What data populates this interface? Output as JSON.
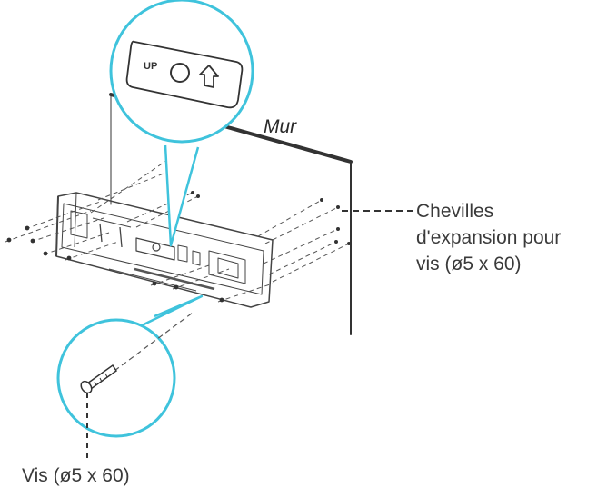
{
  "labels": {
    "wall": "Mur",
    "anchors_line1": "Chevilles",
    "anchors_line2": "d'expansion pour",
    "anchors_line3": "vis (ø5 x 60)",
    "screw": "Vis (ø5 x 60)",
    "bracket_mark": "UP"
  },
  "colors": {
    "callout_ring": "#3fc3dc",
    "line": "#333333",
    "text": "#3a3a3a"
  },
  "icons": [
    "up-arrow-icon",
    "circle-mark-icon",
    "screw-icon",
    "wall-anchor-icon"
  ]
}
